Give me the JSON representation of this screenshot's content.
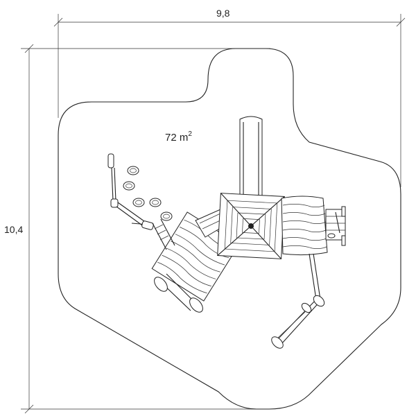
{
  "dimensions": {
    "width_label": "9,8",
    "height_label": "10,4"
  },
  "area": {
    "value": "72 m",
    "superscript": "2"
  },
  "colors": {
    "line": "#222222",
    "background": "#ffffff"
  }
}
